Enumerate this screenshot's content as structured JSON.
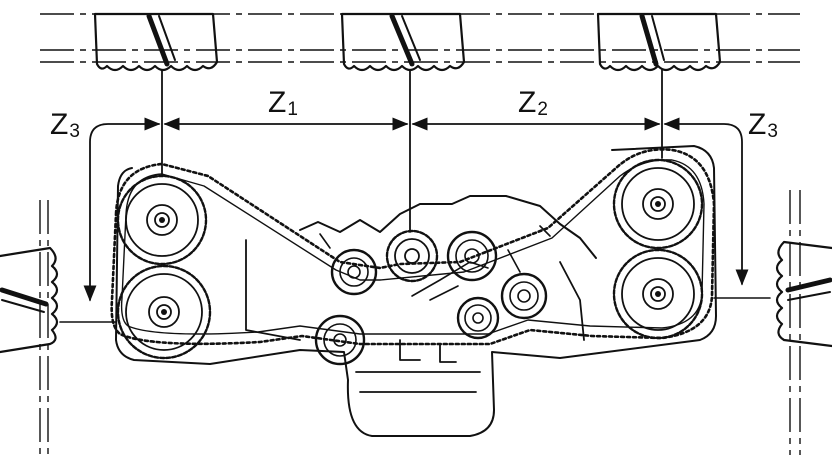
{
  "labels": {
    "z1": {
      "main": "Z",
      "sub": "1"
    },
    "z2": {
      "main": "Z",
      "sub": "2"
    },
    "z3_left": {
      "main": "Z",
      "sub": "3"
    },
    "z3_right": {
      "main": "Z",
      "sub": "3"
    }
  },
  "colors": {
    "ink": "#111111",
    "paper": "#ffffff"
  }
}
